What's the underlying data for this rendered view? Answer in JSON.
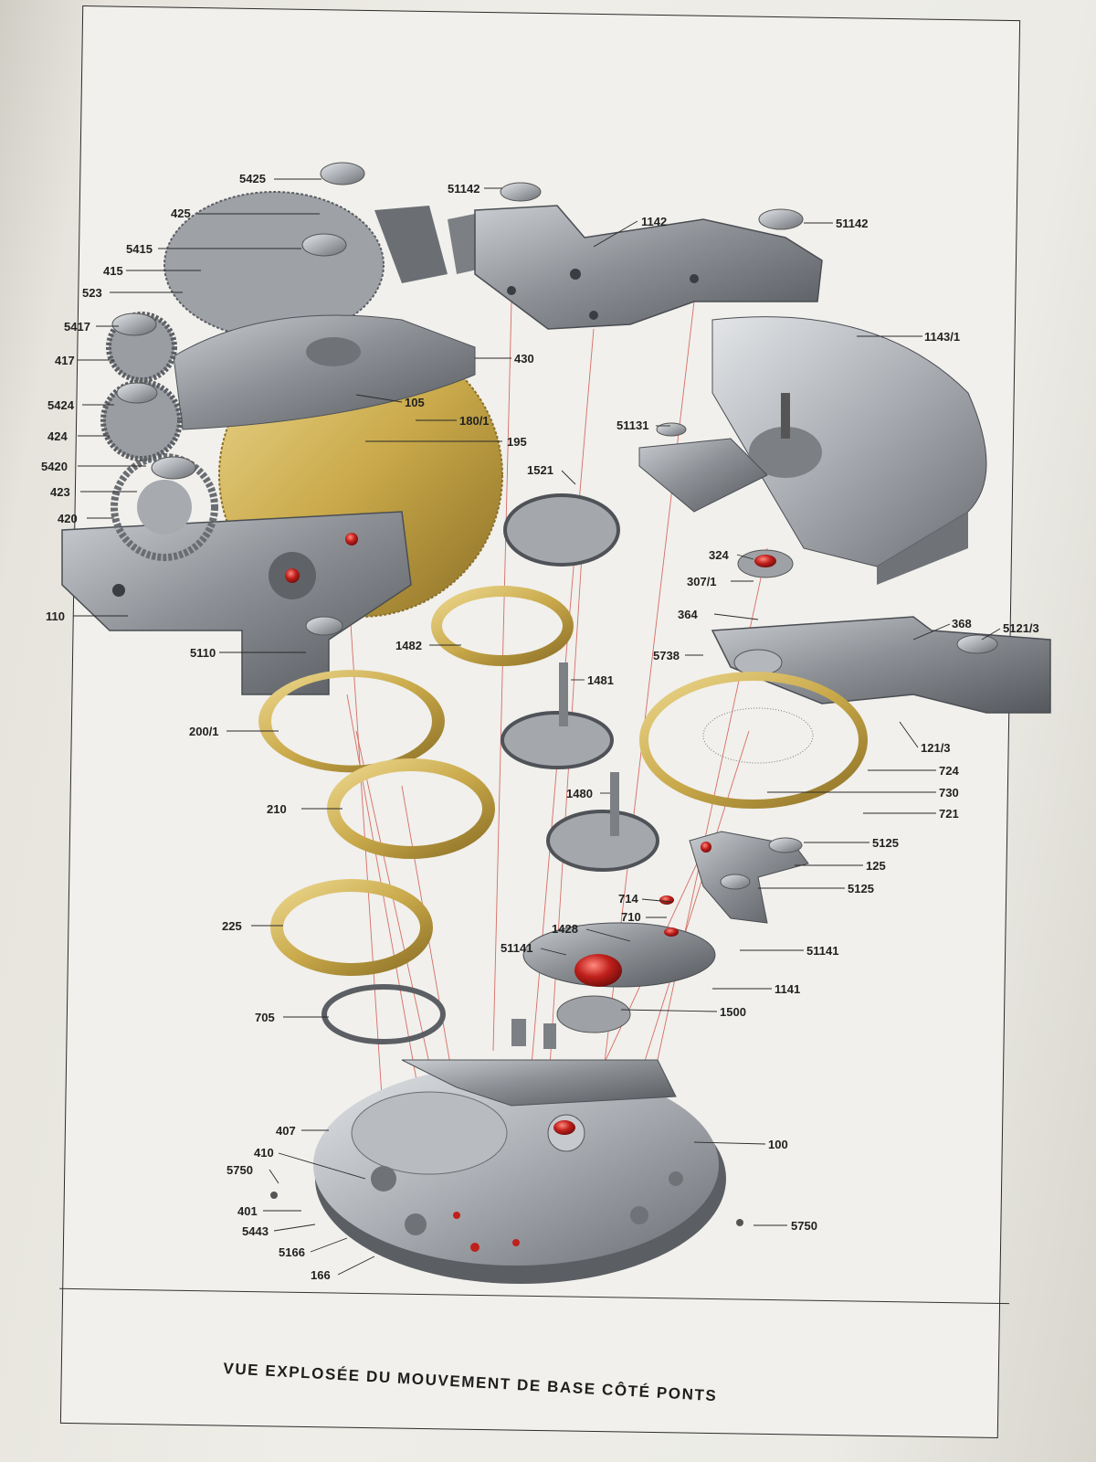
{
  "caption": "VUE EXPLOSÉE DU MOUVEMENT DE BASE CÔTÉ PONTS",
  "colors": {
    "steel": "#8e9297",
    "steel_dark": "#4f5358",
    "brass": "#c9a94a",
    "jewel": "#c0201c",
    "guide_line": "#d2554e"
  },
  "labels": {
    "l5425": "5425",
    "l425": "425",
    "l5415": "5415",
    "l415": "415",
    "l523": "523",
    "l5417": "5417",
    "l417": "417",
    "l5424": "5424",
    "l424": "424",
    "l5420": "5420",
    "l423": "423",
    "l420": "420",
    "l110": "110",
    "l5110": "5110",
    "l200_1": "200/1",
    "l210": "210",
    "l225": "225",
    "l705": "705",
    "l407": "407",
    "l410": "410",
    "l5750a": "5750",
    "l401": "401",
    "l5443": "5443",
    "l5166": "5166",
    "l166": "166",
    "l51142a": "51142",
    "l1142": "1142",
    "l51142b": "51142",
    "l1143_1": "1143/1",
    "l430": "430",
    "l105": "105",
    "l180_1": "180/1",
    "l195": "195",
    "l51131": "51131",
    "l1521": "1521",
    "l1482": "1482",
    "l1481": "1481",
    "l1480": "1480",
    "l324": "324",
    "l307_1": "307/1",
    "l364": "364",
    "l368": "368",
    "l5121_3": "5121/3",
    "l5738": "5738",
    "l121_3": "121/3",
    "l724": "724",
    "l730": "730",
    "l721": "721",
    "l5125a": "5125",
    "l125": "125",
    "l5125b": "5125",
    "l714": "714",
    "l710": "710",
    "l1428": "1428",
    "l51141a": "51141",
    "l51141b": "51141",
    "l1141": "1141",
    "l1500": "1500",
    "l100": "100",
    "l5750b": "5750"
  }
}
